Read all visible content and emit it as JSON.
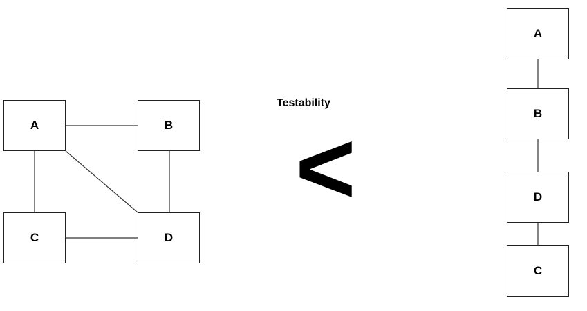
{
  "center": {
    "title": "Testability",
    "comparator": "<"
  },
  "left_graph": {
    "nodes": [
      {
        "label": "A"
      },
      {
        "label": "B"
      },
      {
        "label": "C"
      },
      {
        "label": "D"
      }
    ],
    "edges": [
      "A-B",
      "A-C",
      "A-D",
      "B-D",
      "C-D"
    ]
  },
  "right_chain": {
    "nodes": [
      {
        "label": "A"
      },
      {
        "label": "B"
      },
      {
        "label": "D"
      },
      {
        "label": "C"
      }
    ],
    "edges": [
      "A-B",
      "B-D",
      "D-C"
    ]
  },
  "colors": {
    "background": "#ffffff",
    "box_border": "#222222",
    "box_fill": "#ffffff",
    "edge_line": "#333333",
    "text": "#000000"
  }
}
